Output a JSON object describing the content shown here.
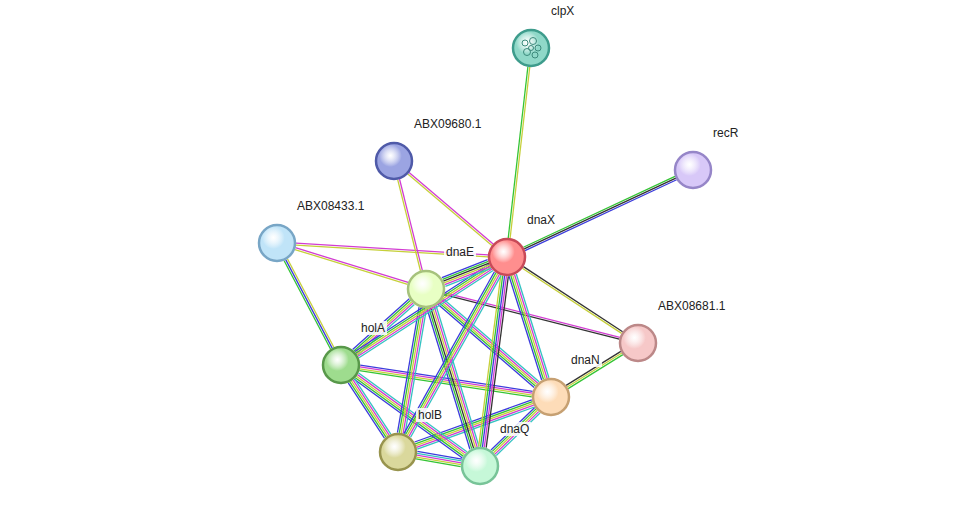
{
  "diagram": {
    "nodes": [
      {
        "text": [
          "clpX"
        ]
      },
      {
        "text": [
          "ABX09680.1"
        ]
      },
      {
        "text": [
          "recR"
        ]
      },
      {
        "text": [
          "ABX08433.1"
        ]
      },
      {
        "text": [
          "dnaX"
        ]
      },
      {
        "text": [
          "dnaE"
        ]
      },
      {
        "text": [
          "ABX08681.1"
        ]
      },
      {
        "text": [
          "holA"
        ]
      },
      {
        "text": [
          "dnaN"
        ]
      },
      {
        "text": [
          "holB"
        ]
      },
      {
        "text": [
          "dnaQ"
        ]
      }
    ],
    "edges": [
      {
        "from": 0,
        "to": 4,
        "arrow": "none"
      },
      {
        "from": 1,
        "to": 4,
        "arrow": "none"
      },
      {
        "from": 1,
        "to": 5,
        "arrow": "none"
      },
      {
        "from": 2,
        "to": 4,
        "arrow": "none"
      },
      {
        "from": 3,
        "to": 4,
        "arrow": "none"
      },
      {
        "from": 3,
        "to": 5,
        "arrow": "none"
      },
      {
        "from": 3,
        "to": 7,
        "arrow": "none"
      },
      {
        "from": 4,
        "to": 5,
        "arrow": "none"
      },
      {
        "from": 4,
        "to": 6,
        "arrow": "none"
      },
      {
        "from": 4,
        "to": 7,
        "arrow": "none"
      },
      {
        "from": 4,
        "to": 8,
        "arrow": "none"
      },
      {
        "from": 4,
        "to": 9,
        "arrow": "none"
      },
      {
        "from": 4,
        "to": 10,
        "arrow": "none"
      },
      {
        "from": 5,
        "to": 6,
        "arrow": "none"
      },
      {
        "from": 5,
        "to": 7,
        "arrow": "none"
      },
      {
        "from": 5,
        "to": 8,
        "arrow": "none"
      },
      {
        "from": 5,
        "to": 9,
        "arrow": "none"
      },
      {
        "from": 5,
        "to": 10,
        "arrow": "none"
      },
      {
        "from": 6,
        "to": 8,
        "arrow": "none"
      },
      {
        "from": 7,
        "to": 8,
        "arrow": "none"
      },
      {
        "from": 7,
        "to": 9,
        "arrow": "none"
      },
      {
        "from": 7,
        "to": 10,
        "arrow": "none"
      },
      {
        "from": 8,
        "to": 9,
        "arrow": "none"
      },
      {
        "from": 8,
        "to": 10,
        "arrow": "none"
      },
      {
        "from": 9,
        "to": 10,
        "arrow": "none"
      }
    ]
  }
}
